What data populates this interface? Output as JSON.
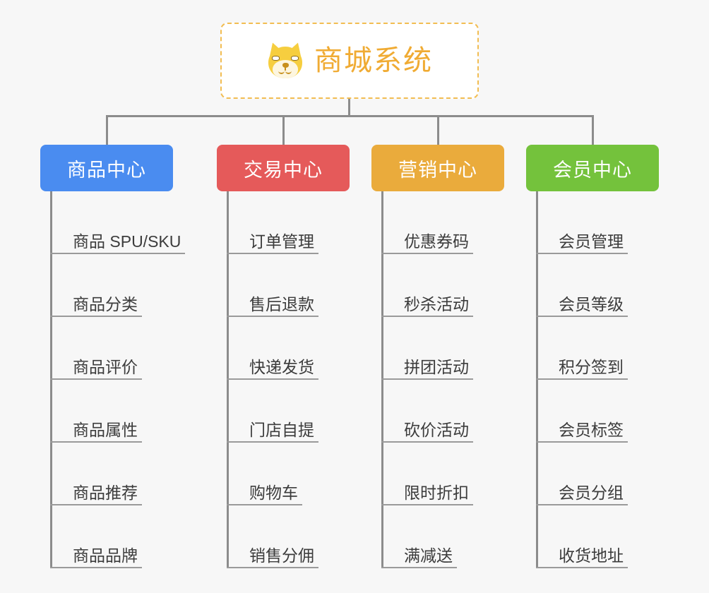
{
  "root": {
    "title": "商城系统",
    "icon": "shiba-dog-emoji",
    "border_color": "#f2bd52",
    "text_color": "#f0ab33"
  },
  "connector_color": "#8c8c8c",
  "background_color": "#f7f7f7",
  "columns": [
    {
      "title": "商品中心",
      "color": "#4a8cf0",
      "items": [
        "商品 SPU/SKU",
        "商品分类",
        "商品评价",
        "商品属性",
        "商品推荐",
        "商品品牌"
      ]
    },
    {
      "title": "交易中心",
      "color": "#e55a5a",
      "items": [
        "订单管理",
        "售后退款",
        "快递发货",
        "门店自提",
        "购物车",
        "销售分佣"
      ]
    },
    {
      "title": "营销中心",
      "color": "#eaab3c",
      "items": [
        "优惠券码",
        "秒杀活动",
        "拼团活动",
        "砍价活动",
        "限时折扣",
        "满减送"
      ]
    },
    {
      "title": "会员中心",
      "color": "#74c23c",
      "items": [
        "会员管理",
        "会员等级",
        "积分签到",
        "会员标签",
        "会员分组",
        "收货地址"
      ]
    }
  ],
  "chart_data": {
    "type": "diagram",
    "diagram_type": "org-tree",
    "title": "商城系统",
    "levels": 3,
    "root": "商城系统",
    "branches": [
      {
        "name": "商品中心",
        "color": "#4a8cf0",
        "children": [
          "商品 SPU/SKU",
          "商品分类",
          "商品评价",
          "商品属性",
          "商品推荐",
          "商品品牌"
        ]
      },
      {
        "name": "交易中心",
        "color": "#e55a5a",
        "children": [
          "订单管理",
          "售后退款",
          "快递发货",
          "门店自提",
          "购物车",
          "销售分佣"
        ]
      },
      {
        "name": "营销中心",
        "color": "#eaab3c",
        "children": [
          "优惠券码",
          "秒杀活动",
          "拼团活动",
          "砍价活动",
          "限时折扣",
          "满减送"
        ]
      },
      {
        "name": "会员中心",
        "color": "#74c23c",
        "children": [
          "会员管理",
          "会员等级",
          "积分签到",
          "会员标签",
          "会员分组",
          "收货地址"
        ]
      }
    ]
  }
}
